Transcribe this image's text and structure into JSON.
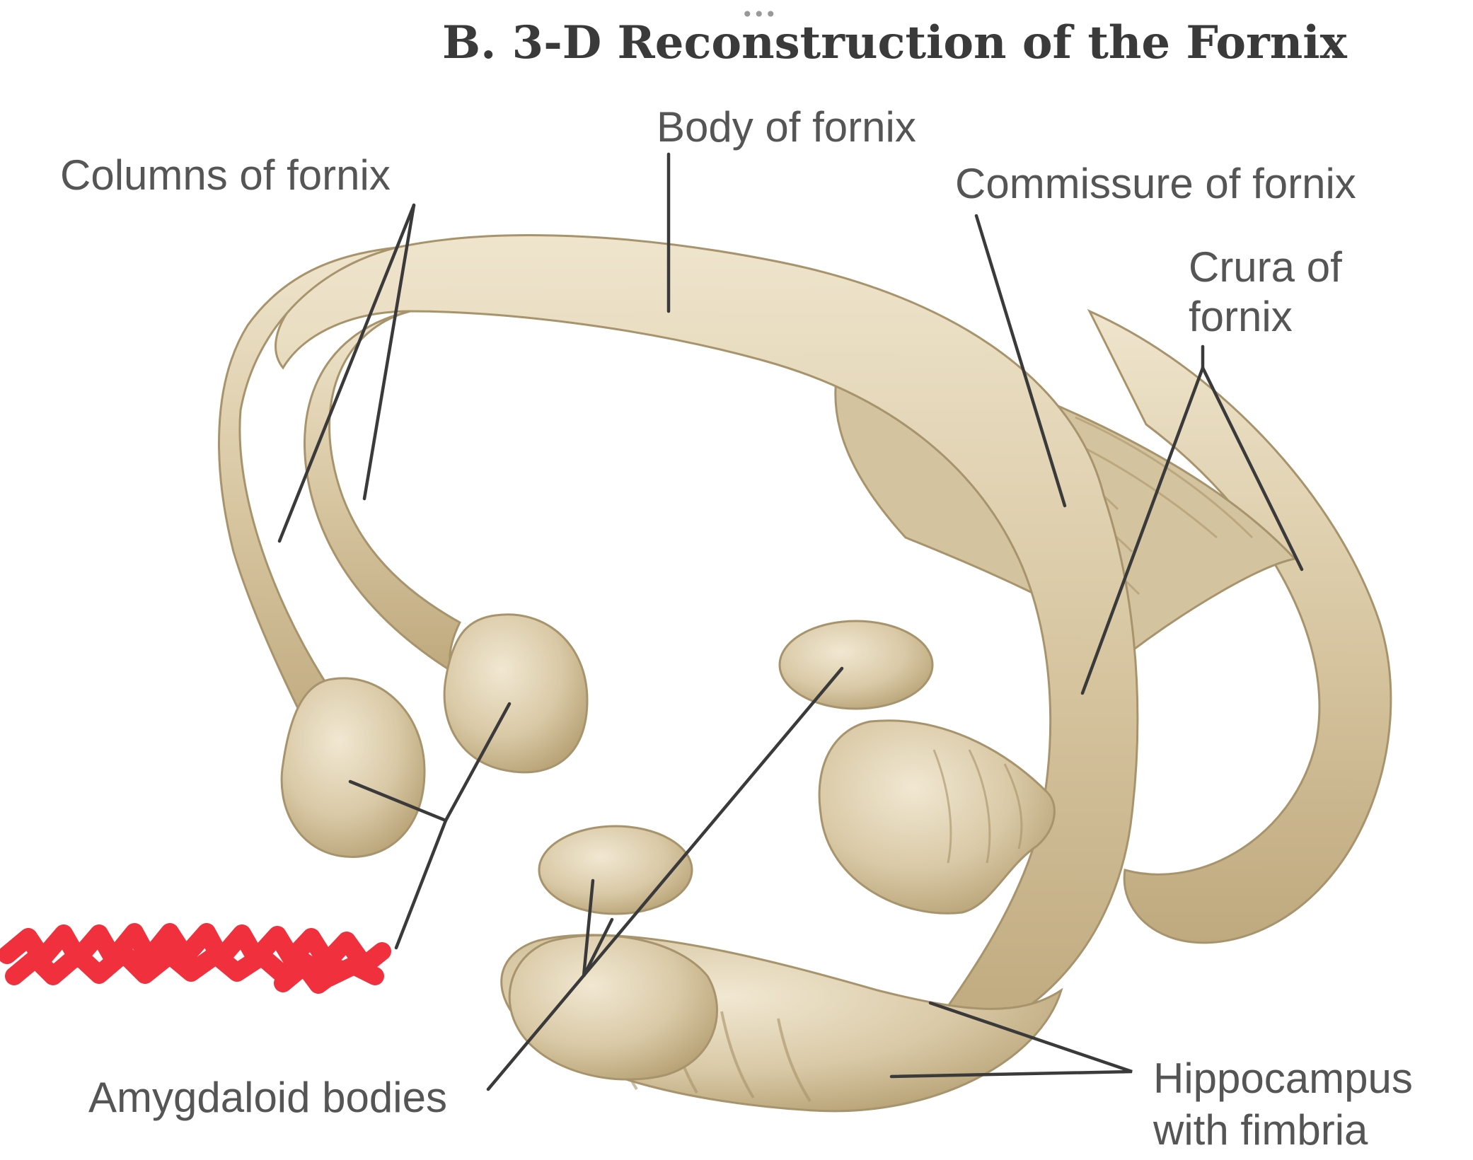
{
  "title": "B. 3-D Reconstruction of the Fornix",
  "labels": {
    "body": "Body of fornix",
    "columns": "Columns of fornix",
    "commissure": "Commissure of fornix",
    "crura_line1": "Crura of",
    "crura_line2": "fornix",
    "amygdaloid": "Amygdaloid bodies",
    "hippocampus_line1": "Hippocampus",
    "hippocampus_line2": "with fimbria"
  },
  "colors": {
    "structure": "#d9c9a6",
    "structure_light": "#ece1c8",
    "structure_shadow": "#b8a47c",
    "leader_lines": "#3a3a3a",
    "label_text": "#555555",
    "redaction": "#f0303c"
  }
}
